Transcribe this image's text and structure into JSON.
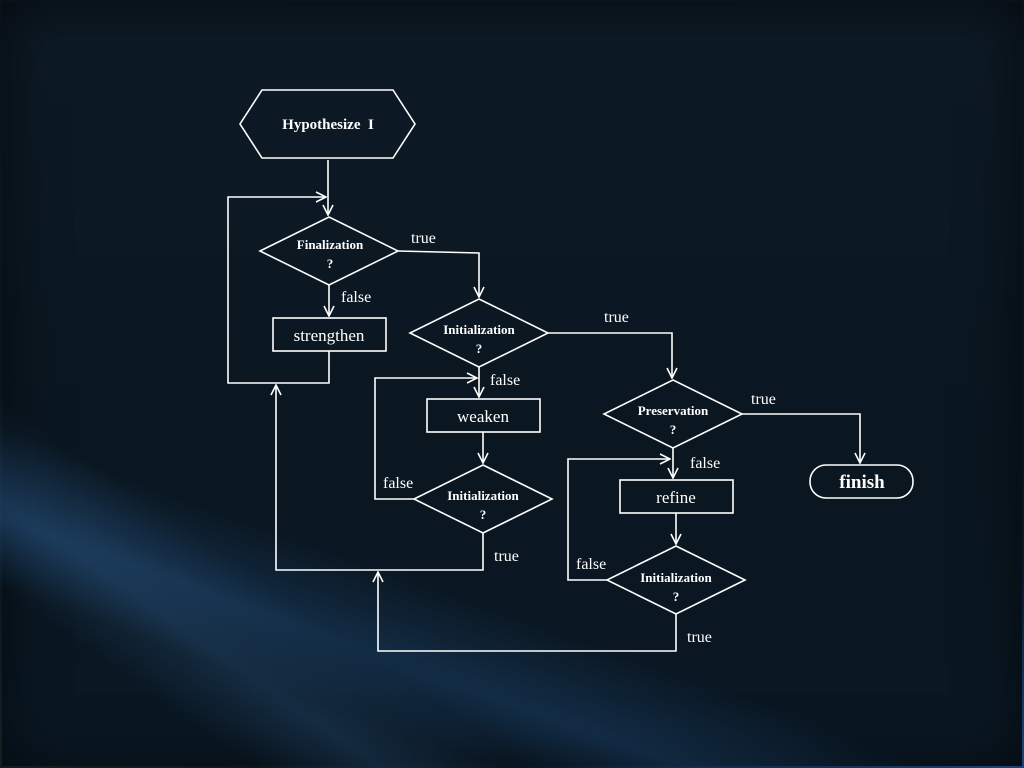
{
  "nodes": {
    "hypothesize": "Hypothesize  I",
    "finalization": "Finalization",
    "finalization_q": "?",
    "strengthen": "strengthen",
    "initialization1": "Initialization",
    "initialization1_q": "?",
    "weaken": "weaken",
    "initialization2": "Initialization",
    "initialization2_q": "?",
    "preservation": "Preservation",
    "preservation_q": "?",
    "refine": "refine",
    "initialization3": "Initialization",
    "initialization3_q": "?",
    "finish": "finish"
  },
  "edges": {
    "finalization_true": "true",
    "finalization_false": "false",
    "init1_true": "true",
    "init1_false": "false",
    "init2_false": "false",
    "init2_true": "true",
    "preservation_true": "true",
    "preservation_false": "false",
    "init3_false": "false",
    "init3_true": "true"
  },
  "colors": {
    "background": "#0b1520",
    "stroke": "#ffffff",
    "text": "#ffffff",
    "accent_glow": "#3c8ce6"
  }
}
